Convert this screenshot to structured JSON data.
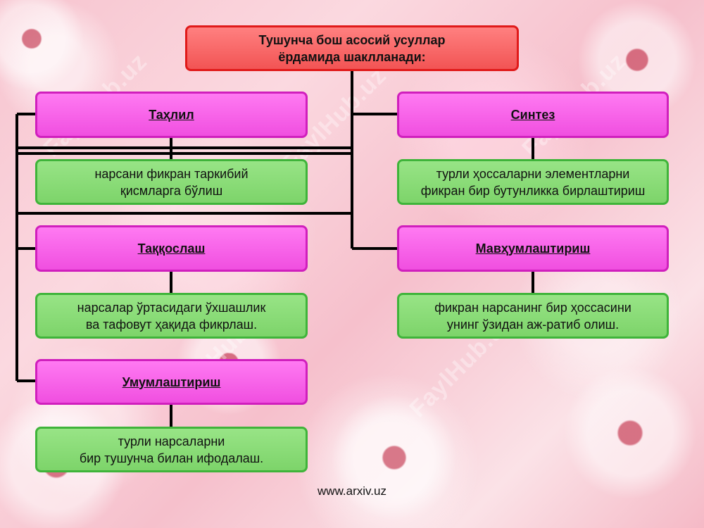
{
  "title": "Тушунча бош асосий усуллар\nёрдамида шаклланади:",
  "methods": [
    {
      "name": "Таҳлил",
      "description": "нарсани фикран таркибий\nқисмларга бўлиш"
    },
    {
      "name": "Синтез",
      "description": "турли ҳоссаларни элементларни\nфикран бир бутунликка бирлаштириш"
    },
    {
      "name": "Таққослаш",
      "description": "нарсалар ўртасидаги ўхшашлик\nва тафовут ҳақида фикрлаш."
    },
    {
      "name": "Мавҳумлаштириш",
      "description": "фикран нарсанинг бир ҳоссасини\nунинг ўзидан аж-ратиб олиш."
    },
    {
      "name": "Умумлаштириш",
      "description": "турли нарсаларни\nбир тушунча билан ифодалаш."
    }
  ],
  "watermark": "FaylHub.uz",
  "footer": "www.arxiv.uz",
  "colors": {
    "title_fill": "#f25454",
    "method_fill": "#f04fe0",
    "description_fill": "#7dd46a",
    "connector": "#000000"
  }
}
